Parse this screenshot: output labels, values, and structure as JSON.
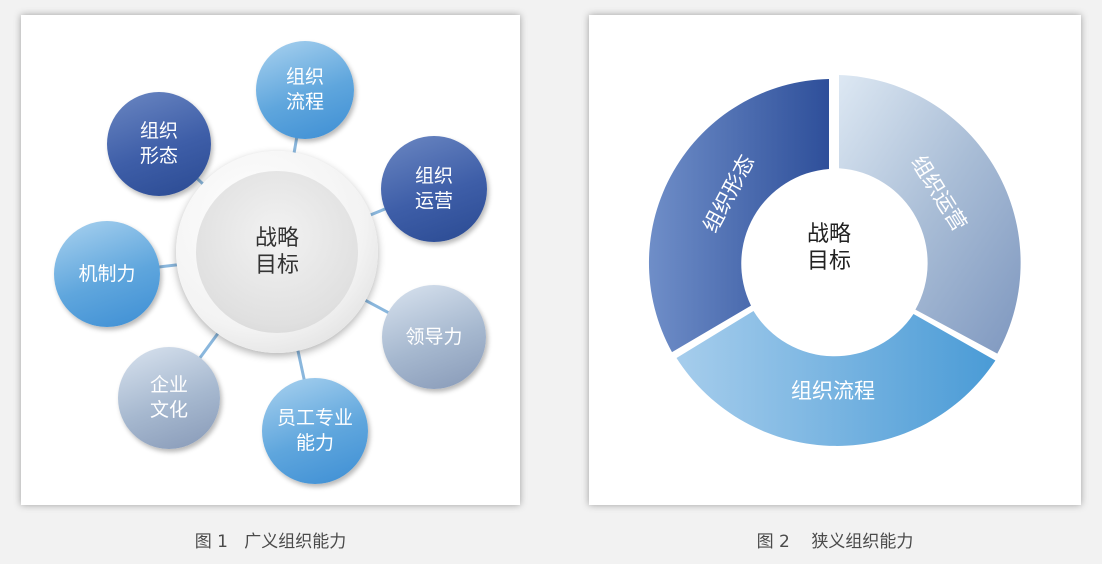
{
  "figure1": {
    "center": "战略目标",
    "nodes": {
      "org_process": "组织流程",
      "org_form": "组织形态",
      "org_operation": "组织运营",
      "mechanism": "机制力",
      "leadership": "领导力",
      "culture": "企业文化",
      "staff_ability": "员工专业能力"
    },
    "caption": "图 1   广义组织能力"
  },
  "figure2": {
    "center": "战略目标",
    "segments": {
      "org_form": "组织形态",
      "org_operation": "组织运营",
      "org_process": "组织流程"
    },
    "caption": "图 2    狭义组织能力"
  }
}
